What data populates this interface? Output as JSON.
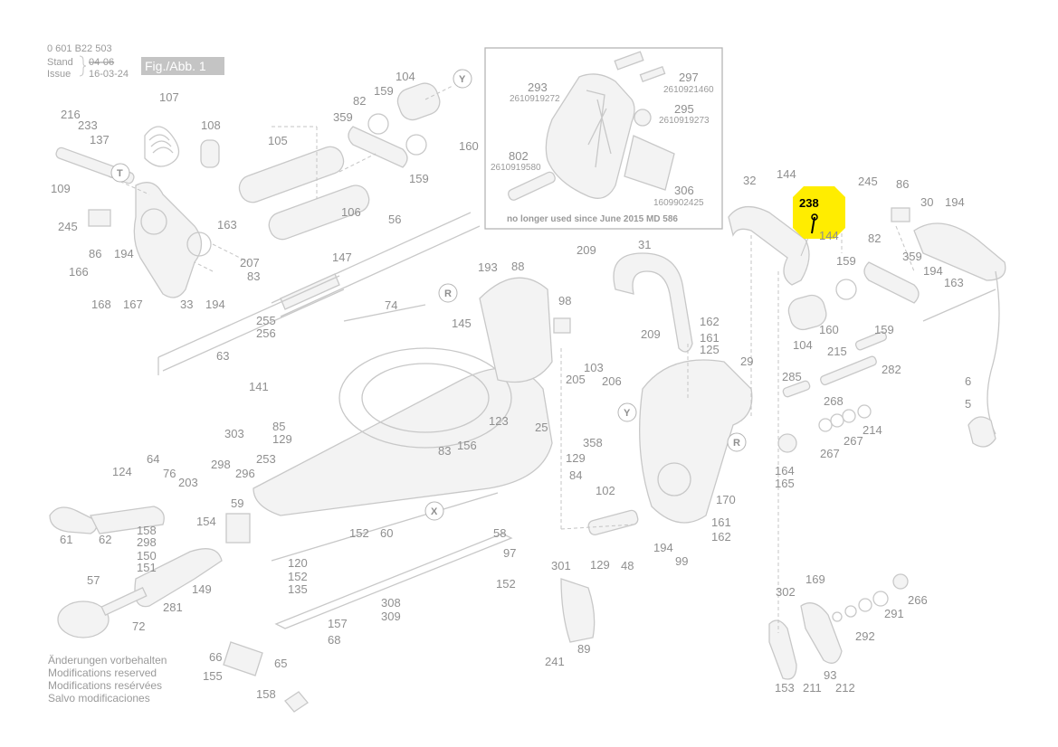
{
  "header": {
    "doc_number": "0 601 B22 503",
    "stand_label": "Stand",
    "stand_value": "04-06",
    "issue_label": "Issue",
    "issue_value": "16-03-24",
    "figure_label": "Fig./Abb. 1"
  },
  "inset": {
    "note": "no longer used since June 2015   MD 586",
    "parts": [
      {
        "num": "293",
        "code": "2610919272"
      },
      {
        "num": "297",
        "code": "2610921460"
      },
      {
        "num": "295",
        "code": "2610919273"
      },
      {
        "num": "802",
        "code": "2610919580"
      },
      {
        "num": "306",
        "code": "1609902425"
      }
    ]
  },
  "highlight": {
    "label": "238",
    "color": "#ffed00"
  },
  "reference_circles": [
    "Y",
    "T",
    "R",
    "Y",
    "R",
    "X"
  ],
  "part_labels": [
    "216",
    "233",
    "137",
    "109",
    "245",
    "86",
    "194",
    "166",
    "168",
    "167",
    "107",
    "108",
    "82",
    "159",
    "104",
    "359",
    "105",
    "160",
    "159",
    "163",
    "207",
    "83",
    "194",
    "33",
    "106",
    "147",
    "56",
    "255",
    "256",
    "74",
    "145",
    "63",
    "141",
    "64",
    "76",
    "203",
    "298",
    "303",
    "296",
    "253",
    "85",
    "129",
    "83",
    "123",
    "156",
    "25",
    "124",
    "61",
    "62",
    "158",
    "298",
    "154",
    "59",
    "150",
    "151",
    "57",
    "72",
    "281",
    "149",
    "152",
    "60",
    "120",
    "152",
    "135",
    "97",
    "58",
    "152",
    "308",
    "309",
    "157",
    "68",
    "66",
    "155",
    "65",
    "158",
    "193",
    "88",
    "98",
    "209",
    "31",
    "162",
    "161",
    "125",
    "209",
    "206",
    "205",
    "103",
    "29",
    "32",
    "144",
    "144",
    "245",
    "86",
    "30",
    "194",
    "82",
    "359",
    "159",
    "194",
    "163",
    "104",
    "160",
    "159",
    "215",
    "282",
    "6",
    "5",
    "285",
    "268",
    "267",
    "214",
    "267",
    "164",
    "165",
    "358",
    "129",
    "84",
    "102",
    "170",
    "161",
    "162",
    "194",
    "99",
    "129",
    "48",
    "301",
    "89",
    "241",
    "302",
    "169",
    "266",
    "291",
    "292",
    "153",
    "211",
    "93",
    "212"
  ],
  "footer": [
    "Änderungen vorbehalten",
    "Modifications reserved",
    "Modifications resérvées",
    "Salvo modificaciones"
  ]
}
